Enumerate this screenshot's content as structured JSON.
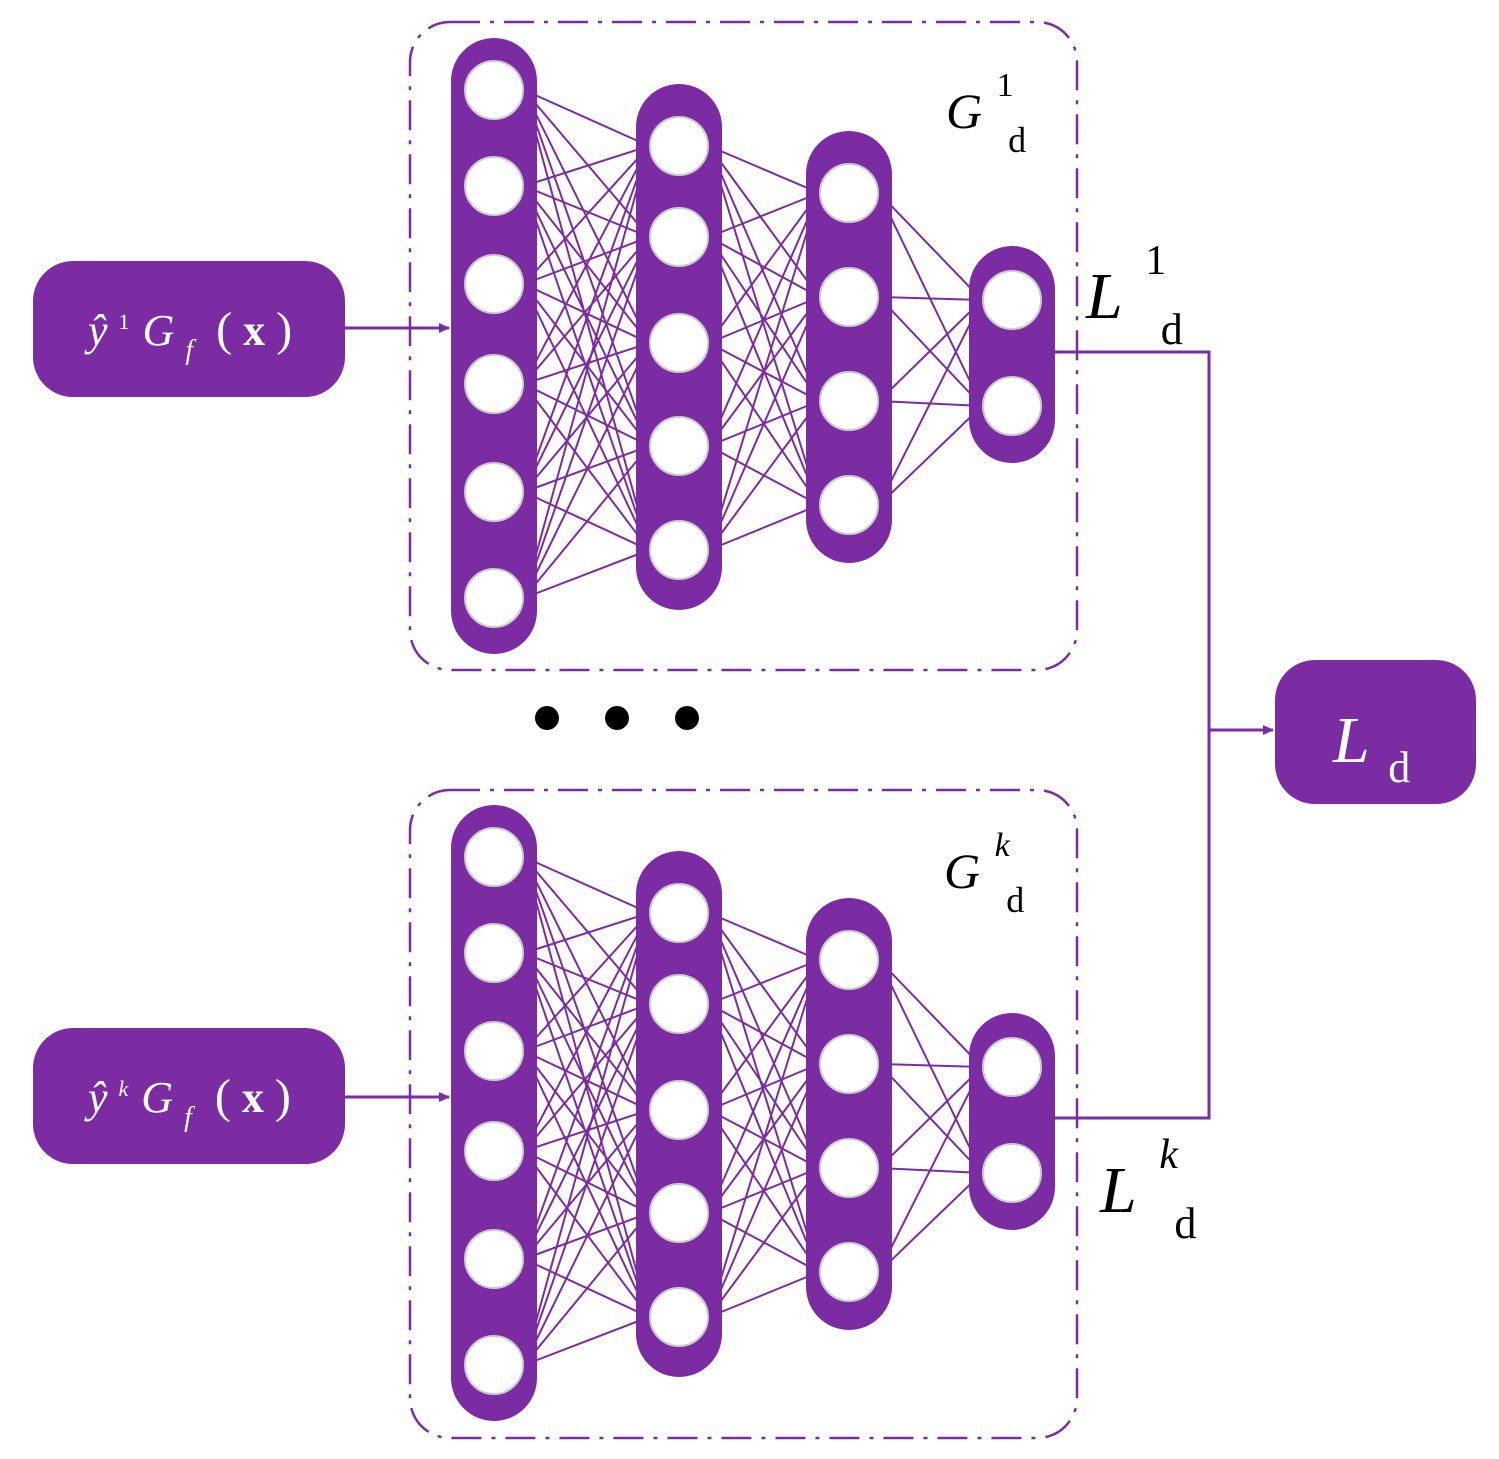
{
  "colors": {
    "purple": "#7B2CA3",
    "node_fill": "#ffffff",
    "node_stroke": "#cccccc",
    "text_light": "#ffffff",
    "text_dark": "#000000",
    "dots": "#000000"
  },
  "inputs": [
    {
      "hat": "ŷ",
      "sup": "1",
      "g": "G",
      "sub": "f",
      "lparen": "(",
      "x": "x",
      "rparen": ")"
    },
    {
      "hat": "ŷ",
      "sup": "k",
      "g": "G",
      "sub": "f",
      "lparen": "(",
      "x": "x",
      "rparen": ")"
    }
  ],
  "networks": [
    {
      "label": {
        "base": "G",
        "sub": "d",
        "sup": "1"
      },
      "loss": {
        "base": "L",
        "sub": "d",
        "sup": "1"
      },
      "layers": [
        6,
        5,
        4,
        2
      ]
    },
    {
      "label": {
        "base": "G",
        "sub": "d",
        "sup": "k"
      },
      "loss": {
        "base": "L",
        "sub": "d",
        "sup": "k"
      },
      "layers": [
        6,
        5,
        4,
        2
      ]
    }
  ],
  "output": {
    "base": "L",
    "sub": "d"
  },
  "ellipsis_count": 3
}
